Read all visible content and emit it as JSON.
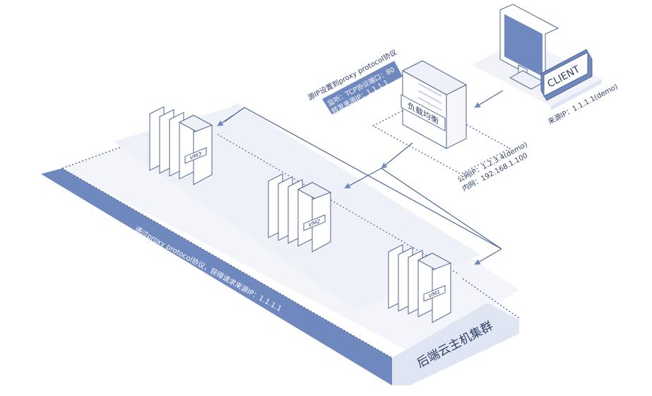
{
  "client": {
    "label": "CLIENT",
    "source_ip": "来源IP：1.1.1.1(demo)"
  },
  "load_balancer": {
    "label": "负载均衡",
    "public_ip": "公网IP：1.2.3.4(demo)",
    "private_ip": "内网：192.168.1.100"
  },
  "listener": {
    "title": "源IP设置到proxy protocol协议",
    "line1": "监听：TCP协议端口：80",
    "line2": "转发来源IP：1.1.1.1"
  },
  "cluster": {
    "label": "后端云主机集群",
    "note": "通过proxy protocol协议，获得请求来源IP：1.1.1.1"
  },
  "vms": [
    {
      "label": "VM3"
    },
    {
      "label": "VM2"
    },
    {
      "label": "VM1"
    }
  ],
  "colors": {
    "accent": "#6f89bf",
    "accent_light": "#dfe5f2",
    "line": "#4f6595",
    "platform": "#f1f3f8",
    "text_dark": "#2f3f66"
  }
}
